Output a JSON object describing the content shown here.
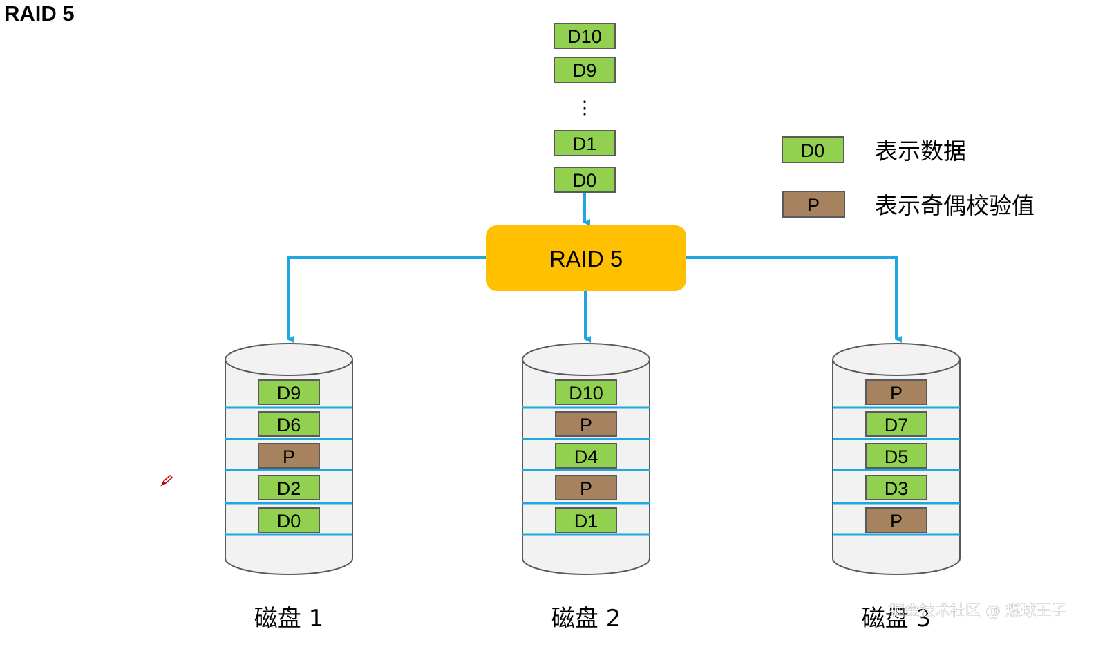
{
  "title": "RAID 5",
  "colors": {
    "data_block": "#92D050",
    "parity_block": "#A6825E",
    "controller": "#FFC000",
    "connector": "#1EA7E1",
    "disk_body": "#F2F2F2",
    "disk_outline": "#595959"
  },
  "input_stack": [
    "D10",
    "D9",
    "⋮",
    "D1",
    "D0"
  ],
  "controller": {
    "label": "RAID 5"
  },
  "legend": [
    {
      "block": "D0",
      "kind": "data",
      "text": "表示数据"
    },
    {
      "block": "P",
      "kind": "parity",
      "text": "表示奇偶校验值"
    }
  ],
  "disks": [
    {
      "label": "磁盘 1",
      "blocks": [
        {
          "text": "D9",
          "kind": "data"
        },
        {
          "text": "D6",
          "kind": "data"
        },
        {
          "text": "P",
          "kind": "parity"
        },
        {
          "text": "D2",
          "kind": "data"
        },
        {
          "text": "D0",
          "kind": "data"
        }
      ]
    },
    {
      "label": "磁盘 2",
      "blocks": [
        {
          "text": "D10",
          "kind": "data"
        },
        {
          "text": "P",
          "kind": "parity"
        },
        {
          "text": "D4",
          "kind": "data"
        },
        {
          "text": "P",
          "kind": "parity"
        },
        {
          "text": "D1",
          "kind": "data"
        }
      ]
    },
    {
      "label": "磁盘 3",
      "blocks": [
        {
          "text": "P",
          "kind": "parity"
        },
        {
          "text": "D7",
          "kind": "data"
        },
        {
          "text": "D5",
          "kind": "data"
        },
        {
          "text": "D3",
          "kind": "data"
        },
        {
          "text": "P",
          "kind": "parity"
        }
      ]
    }
  ],
  "watermark": "掘金技术社区 @ 煤球王子",
  "icons": {
    "cursor": "pen-cursor-icon"
  }
}
